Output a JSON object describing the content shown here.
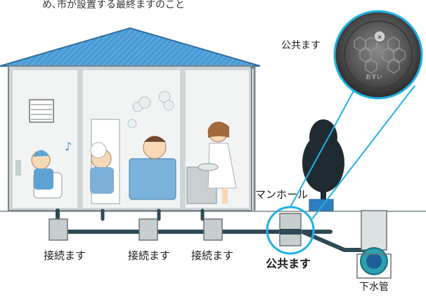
{
  "caption_top": "め､市が設置する最終ますのこと",
  "labels": {
    "public_masu_callout": "公共ます",
    "manhole": "マンホール",
    "connect_1": "接続ます",
    "connect_2": "接続ます",
    "connect_3": "接続ます",
    "public_masu": "公共ます",
    "sewer_pipe": "下水管"
  },
  "cover_text": "おすい",
  "colors": {
    "roof": "#4a9bd6",
    "pipe_dark": "#2d4a55",
    "highlight_cyan": "#1fb1e6",
    "sewer_teal": "#2aa0b0",
    "tree": "#1f2b30"
  }
}
